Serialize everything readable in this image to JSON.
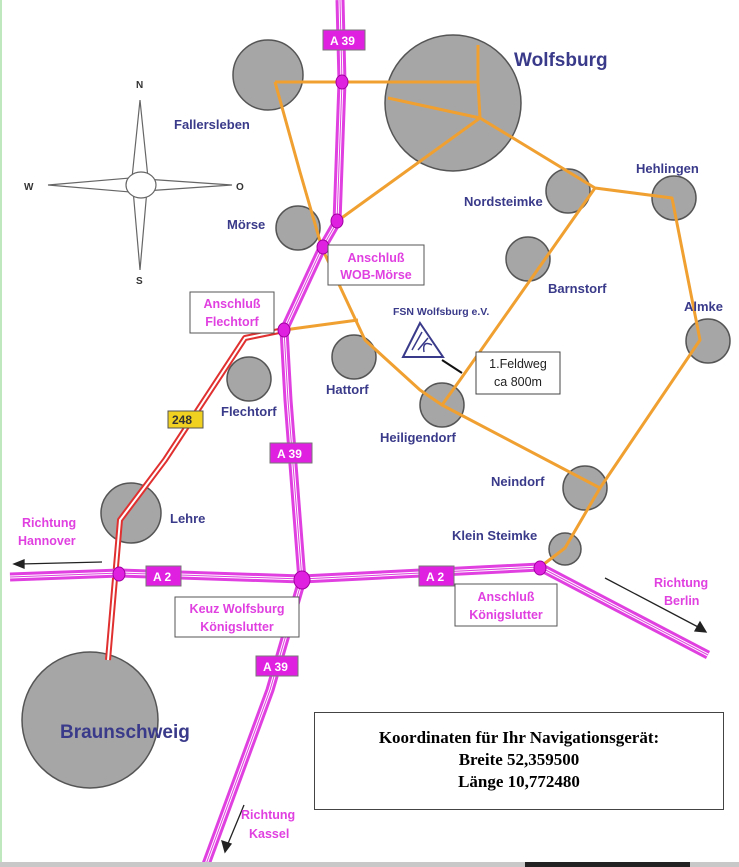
{
  "compass": {
    "n": "N",
    "w": "W",
    "o": "O",
    "s": "S"
  },
  "towns": {
    "wolfsburg": "Wolfsburg",
    "fallersleben": "Fallersleben",
    "moerse": "Mörse",
    "nordsteimke": "Nordsteimke",
    "hehlingen": "Hehlingen",
    "barnstorf": "Barnstorf",
    "almke": "Almke",
    "hattorf": "Hattorf",
    "flechtorf": "Flechtorf",
    "heiligendorf": "Heiligendorf",
    "neindorf": "Neindorf",
    "lehre": "Lehre",
    "klein_steimke": "Klein Steimke",
    "braunschweig": "Braunschweig"
  },
  "roads": {
    "a39": "A 39",
    "a2": "A 2",
    "b248": "248"
  },
  "junctions": {
    "wob_moerse": [
      "Anschluß",
      "WOB-Mörse"
    ],
    "flechtorf": [
      "Anschluß",
      "Flechtorf"
    ],
    "kreuz": [
      "Keuz Wolfsburg",
      "Königslutter"
    ],
    "koenigslutter": [
      "Anschluß",
      "Königslutter"
    ]
  },
  "directions": {
    "hannover": [
      "Richtung",
      "Hannover"
    ],
    "berlin": [
      "Richtung",
      "Berlin"
    ],
    "kassel": [
      "Richtung",
      "Kassel"
    ]
  },
  "destination": {
    "name": "FSN Wolfsburg e.V.",
    "note": [
      "1.Feldweg",
      "ca 800m"
    ]
  },
  "coordinates": {
    "title": "Koordinaten für Ihr Navigationsgerät:",
    "lat": "Breite 52,359500",
    "lon": "Länge 10,772480"
  },
  "colors": {
    "motorway": "#e040e0",
    "local_road": "#f0a030",
    "federal_road": "#e03030",
    "town": "#a6a6a6",
    "town_label": "#3a3a8a"
  }
}
